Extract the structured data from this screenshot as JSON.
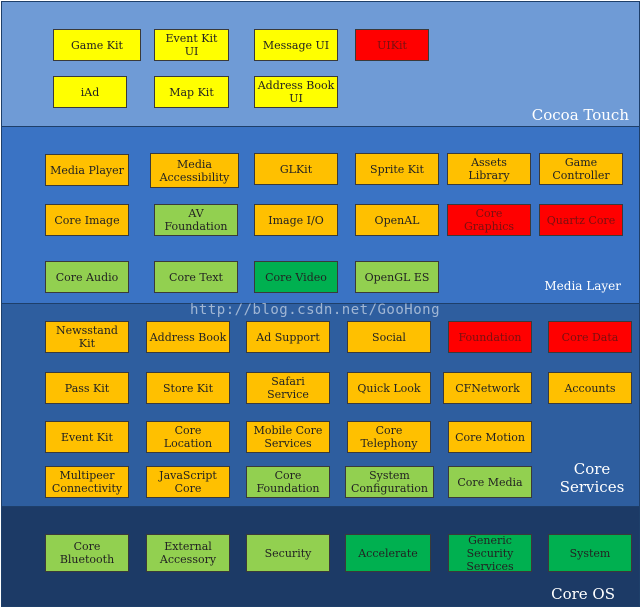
{
  "layers": {
    "cocoa_touch": {
      "label": "Cocoa Touch",
      "boxes": [
        "Game Kit",
        "Event Kit UI",
        "Message UI",
        "UIKit",
        "iAd",
        "Map Kit",
        "Address Book UI"
      ]
    },
    "media": {
      "label": "Media Layer",
      "boxes": [
        "Media Player",
        "Media Accessibility",
        "GLKit",
        "Sprite Kit",
        "Assets Library",
        "Game Controller",
        "Core Image",
        "AV Foundation",
        "Image I/O",
        "OpenAL",
        "Core Graphics",
        "Quartz Core",
        "Core Audio",
        "Core Text",
        "Core Video",
        "OpenGL ES"
      ]
    },
    "core_services": {
      "label": "Core Services",
      "boxes": [
        "Newsstand Kit",
        "Address Book",
        "Ad Support",
        "Social",
        "Foundation",
        "Core Data",
        "Pass Kit",
        "Store Kit",
        "Safari Service",
        "Quick Look",
        "CFNetwork",
        "Accounts",
        "Event Kit",
        "Core Location",
        "Mobile Core Services",
        "Core Telephony",
        "Core Motion",
        "Multipeer Connectivity",
        "JavaScript Core",
        "Core Foundation",
        "System Configuration",
        "Core Media"
      ]
    },
    "core_os": {
      "label": "Core OS",
      "boxes": [
        "Core Bluetooth",
        "External Accessory",
        "Security",
        "Accelerate",
        "Generic Security Services",
        "System"
      ]
    }
  },
  "watermark": "http://blog.csdn.net/GooHong",
  "colors": {
    "cocoa_touch_bg": "#6f9bd6",
    "media_bg": "#3a73c4",
    "core_services_bg": "#2e5e9f",
    "core_os_bg": "#1c3a66",
    "yellow": "#ffff00",
    "orange": "#ffc000",
    "red": "#ff0000",
    "light_green": "#92d050",
    "dark_green": "#00b050"
  }
}
